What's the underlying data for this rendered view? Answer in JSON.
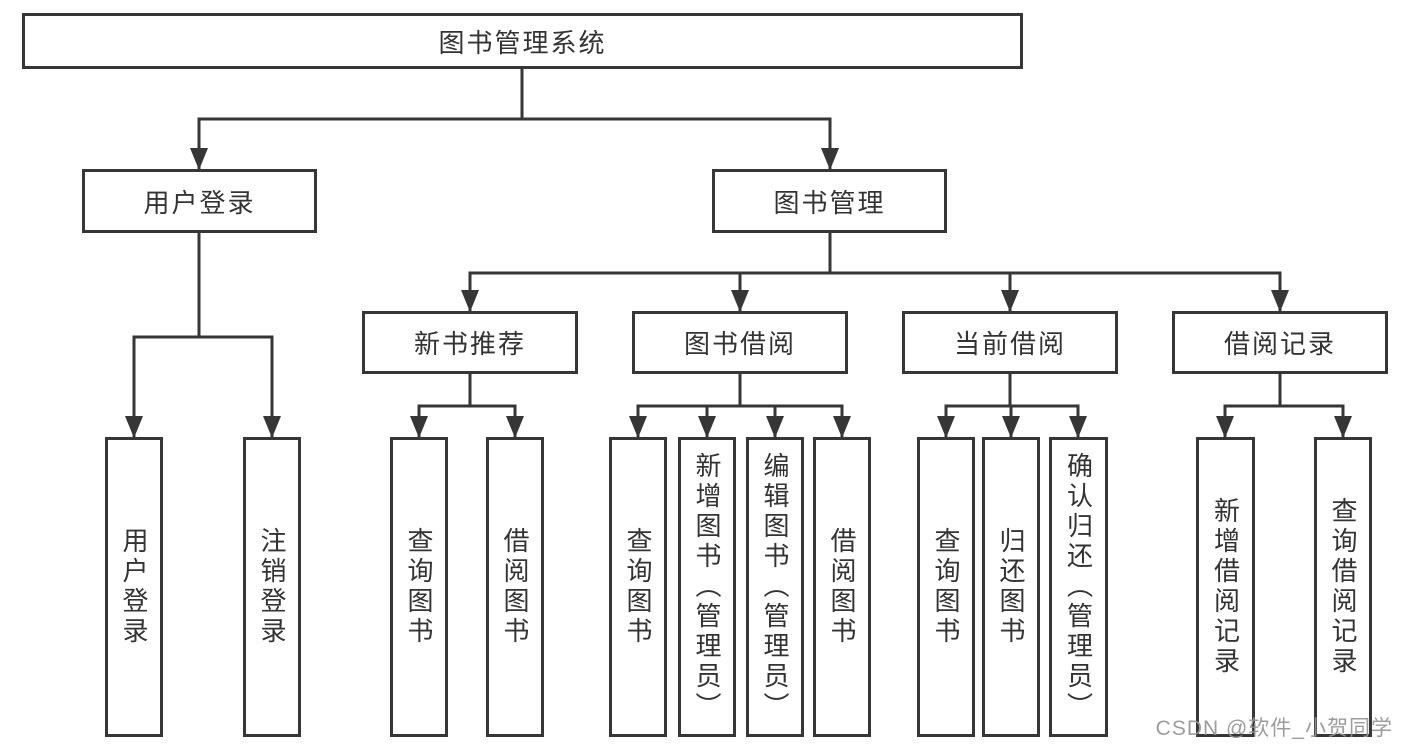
{
  "diagram_type": "hierarchy-tree",
  "tree": {
    "label": "图书管理系统",
    "children": [
      {
        "label": "用户登录",
        "children": [
          {
            "label": "用户登录"
          },
          {
            "label": "注销登录"
          }
        ]
      },
      {
        "label": "图书管理",
        "children": [
          {
            "label": "新书推荐",
            "children": [
              {
                "label": "查询图书"
              },
              {
                "label": "借阅图书"
              }
            ]
          },
          {
            "label": "图书借阅",
            "children": [
              {
                "label": "查询图书"
              },
              {
                "label": "新增图书（管理员）"
              },
              {
                "label": "编辑图书（管理员）"
              },
              {
                "label": "借阅图书"
              }
            ]
          },
          {
            "label": "当前借阅",
            "children": [
              {
                "label": "查询图书"
              },
              {
                "label": "归还图书"
              },
              {
                "label": "确认归还（管理员）"
              }
            ]
          },
          {
            "label": "借阅记录",
            "children": [
              {
                "label": "新增借阅记录"
              },
              {
                "label": "查询借阅记录"
              }
            ]
          }
        ]
      }
    ]
  },
  "watermark": "CSDN @软件_小贺同学",
  "colors": {
    "line": "#363636",
    "text": "#333333",
    "box_background": "#ffffff",
    "page_background": "#ffffff",
    "watermark": "#949494"
  }
}
